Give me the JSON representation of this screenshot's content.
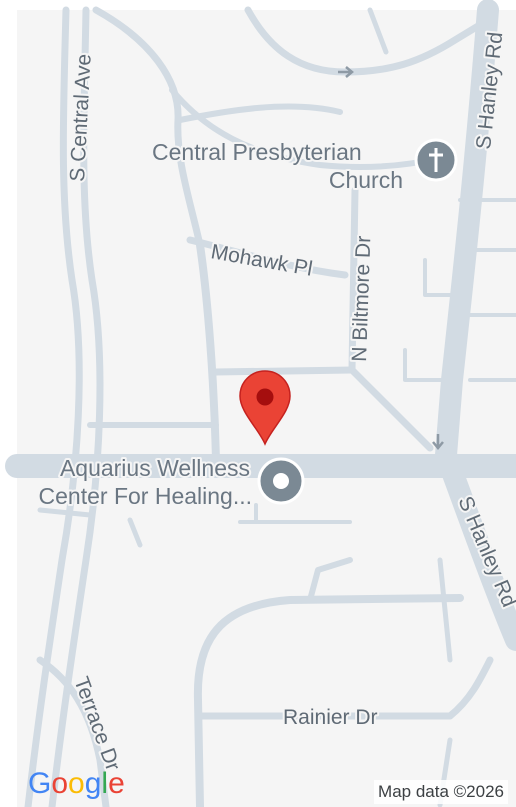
{
  "map": {
    "streets": {
      "s_central_ave": "S Central Ave",
      "s_hanley_rd_north": "S Hanley Rd",
      "s_hanley_rd_south": "S Hanley Rd",
      "mohawk_pl": "Mohawk Pl",
      "n_biltmore_dr": "N Biltmore Dr",
      "rainier_dr": "Rainier Dr",
      "terrace_dr": "Terrace Dr"
    },
    "pois": {
      "church_line1": "Central Presbyterian",
      "church_line2": "Church",
      "wellness_line1": "Aquarius Wellness",
      "wellness_line2": "Center For Healing..."
    },
    "icons": {
      "church": "cross-icon",
      "wellness": "place-icon",
      "pin": "map-pin-icon"
    },
    "colors": {
      "background": "#f5f5f5",
      "road": "#d2dbe3",
      "pin": "#ea4335",
      "pin_dot": "#a50e0e",
      "poi_badge": "#7b8994"
    },
    "attribution": "Map data ©2026",
    "logo": {
      "letters": [
        "G",
        "o",
        "o",
        "g",
        "l",
        "e"
      ],
      "colors": [
        "#4285f4",
        "#ea4335",
        "#fbbc05",
        "#4285f4",
        "#34a853",
        "#ea4335"
      ]
    }
  }
}
